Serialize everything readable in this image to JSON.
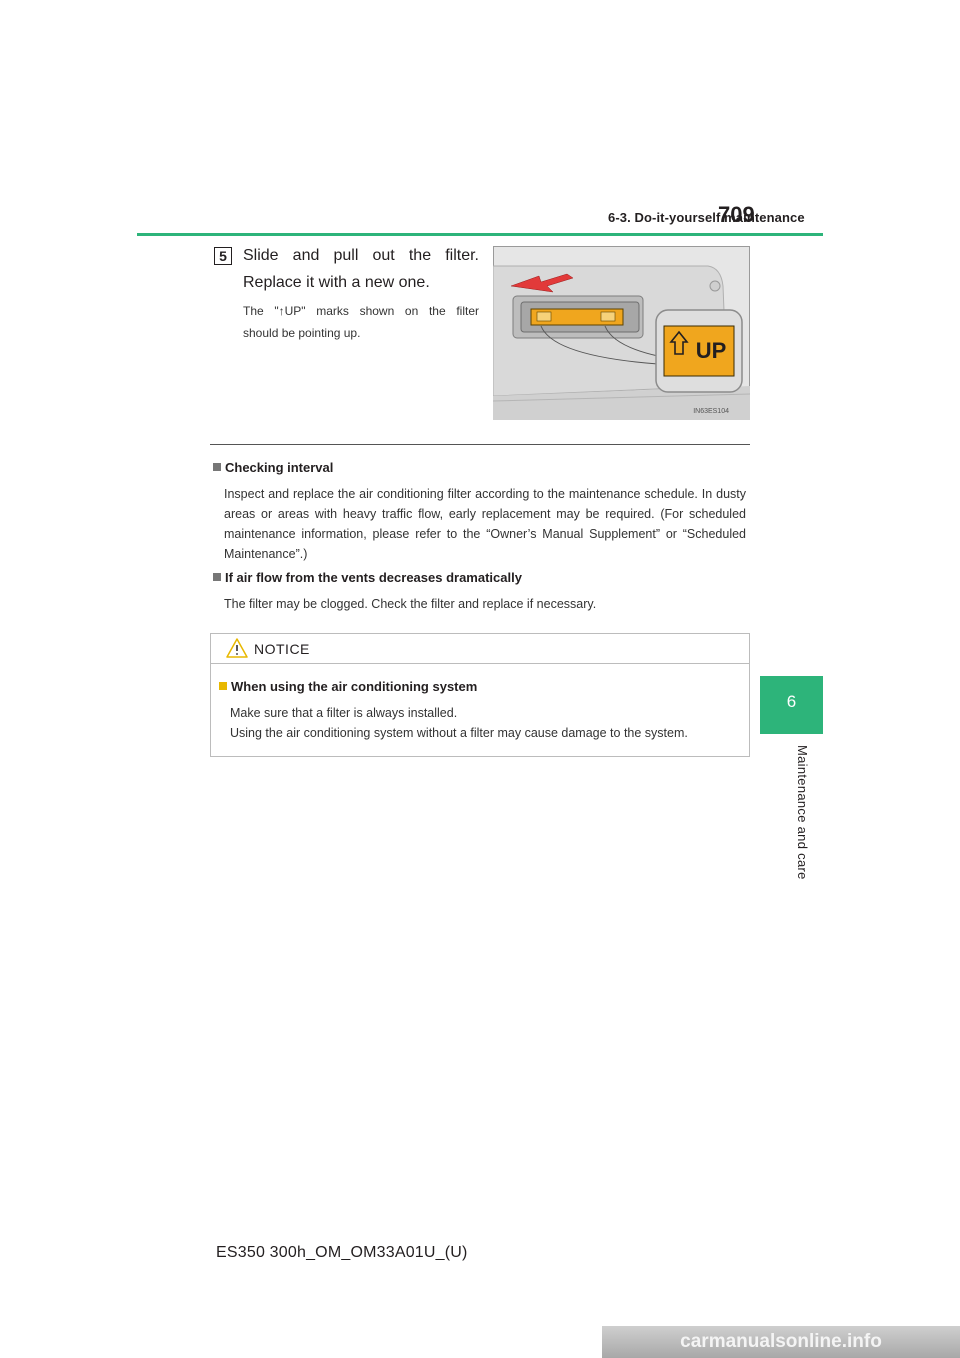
{
  "header": {
    "section_title": "6-3. Do-it-yourself maintenance",
    "page_number": "709"
  },
  "side_tab": {
    "number": "6",
    "label": "Maintenance and care"
  },
  "step": {
    "number": "5",
    "title_line1": "Slide and pull out the filter.",
    "title_line2": "Replace it with a new one.",
    "note_line1": "The \"↑UP\" marks shown on the filter",
    "note_line2": "should be pointing up."
  },
  "figure": {
    "up_label": "UP",
    "code": "IN63ES104"
  },
  "sections": [
    {
      "heading": "Checking interval",
      "body": "Inspect and replace the air conditioning filter according to the maintenance schedule. In dusty areas or areas with heavy traffic flow, early replacement may be required. (For scheduled maintenance information, please refer to the “Owner’s Manual Supplement” or “Scheduled Maintenance”.)"
    },
    {
      "heading": "If air flow from the vents decreases dramatically",
      "body": "The filter may be clogged. Check the filter and replace if necessary."
    }
  ],
  "notice": {
    "title": "NOTICE",
    "heading": "When using the air conditioning system",
    "body_line1": "Make sure that a filter is always installed.",
    "body_line2": "Using the air conditioning system without a filter may cause damage to the system."
  },
  "footer": {
    "doc_code": "ES350 300h_OM_OM33A01U_(U)"
  },
  "watermark": {
    "text": "carmanualsonline.info"
  },
  "colors": {
    "accent": "#2db47a",
    "bullet": "#777777",
    "warning": "#e8b800"
  }
}
